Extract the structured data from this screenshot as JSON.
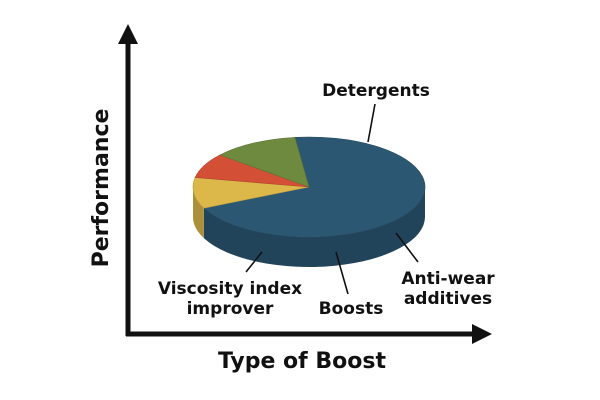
{
  "chart_data": {
    "type": "pie",
    "style": "3d",
    "xlabel": "Type of Boost",
    "ylabel": "Performance",
    "legend": "none",
    "grid": false,
    "slices": [
      {
        "label": "Detergents",
        "value": 70,
        "color": "#2c5773"
      },
      {
        "label": "Anti-wear additives",
        "label_lines": [
          "Anti-wear",
          "additives"
        ],
        "value": 10,
        "color": "#dcb74a"
      },
      {
        "label": "Boosts",
        "value": 8,
        "color": "#d35036"
      },
      {
        "label": "Viscosity index improver",
        "label_lines": [
          "Viscosity index",
          "improver"
        ],
        "value": 12,
        "color": "#6d8a3e"
      }
    ]
  }
}
